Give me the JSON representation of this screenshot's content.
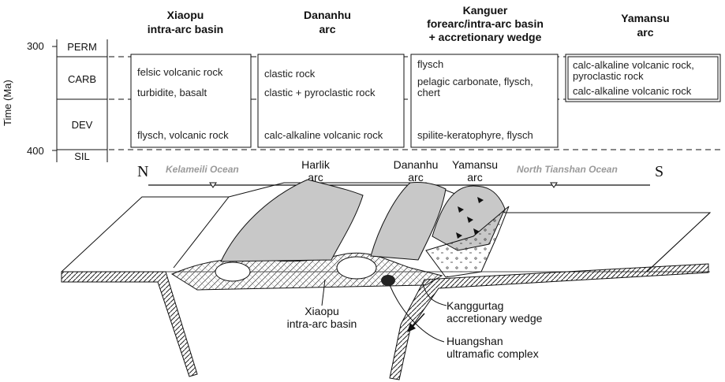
{
  "columns": [
    {
      "title_line1": "Xiaopu",
      "title_line2": "intra-arc basin",
      "title_line3": ""
    },
    {
      "title_line1": "Dananhu",
      "title_line2": "arc",
      "title_line3": ""
    },
    {
      "title_line1": "Kanguer",
      "title_line2": "forearc/intra-arc basin",
      "title_line3": "+ accretionary wedge"
    },
    {
      "title_line1": "Yamansu",
      "title_line2": "arc",
      "title_line3": ""
    }
  ],
  "timescale": {
    "axis_label": "Time (Ma)",
    "ticks": [
      "300",
      "400"
    ],
    "periods": [
      "PERM",
      "CARB",
      "DEV",
      "SIL"
    ]
  },
  "cells": {
    "xiaopu": [
      "felsic volcanic rock",
      "turbidite, basalt",
      "flysch, volcanic rock"
    ],
    "dananhu": [
      "clastic rock",
      "clastic + pyroclastic rock",
      "calc-alkaline volcanic rock"
    ],
    "kanguer": [
      "flysch",
      "pelagic carbonate, flysch,",
      "chert",
      "spilite-keratophyre, flysch"
    ],
    "yamansu": [
      "calc-alkaline volcanic rock,",
      "pyroclastic rock",
      "calc-alkaline volcanic rock"
    ]
  },
  "section": {
    "north": "N",
    "south": "S",
    "oceans": [
      "Kelameili Ocean",
      "North Tianshan Ocean"
    ],
    "arcs": [
      {
        "line1": "Harlik",
        "line2": "arc"
      },
      {
        "line1": "Dananhu",
        "line2": "arc"
      },
      {
        "line1": "Yamansu",
        "line2": "arc"
      }
    ],
    "labels": {
      "basin_line1": "Xiaopu",
      "basin_line2": "intra-arc basin",
      "wedge_line1": "Kanggurtag",
      "wedge_line2": "accretionary wedge",
      "complex_line1": "Huangshan",
      "complex_line2": "ultramafic complex"
    }
  },
  "colors": {
    "arc_fill": "#c8c8c8",
    "ocean_text": "#9a9a9a",
    "line": "#111111"
  }
}
